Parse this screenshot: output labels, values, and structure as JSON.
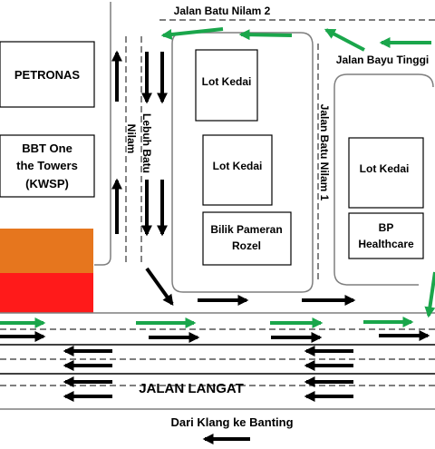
{
  "roads": {
    "top": "Jalan Batu Nilam 2",
    "right_top": "Jalan Bayu Tinggi",
    "lebuh": [
      "Lebuh Batu",
      "Nilam"
    ],
    "vertical": "Jalan Batu Nilam 1",
    "main": "JALAN LANGAT",
    "direction": "Dari Klang ke Banting"
  },
  "buildings": {
    "petronas": "PETRONAS",
    "bbt": [
      "BBT One",
      "the Towers",
      "(KWSP)"
    ],
    "lot1": "Lot Kedai",
    "lot2": "Lot Kedai",
    "lot3": "Lot Kedai",
    "rozel": [
      "Bilik Pameran",
      "Rozel"
    ],
    "bp": [
      "BP",
      "Healthcare"
    ]
  },
  "colors": {
    "arrow_green": "#1aa64b",
    "arrow_black": "#000000",
    "block_orange": "#e6761e",
    "block_red": "#ff1a1a"
  },
  "icons": [
    "arrow-left-icon",
    "arrow-right-icon",
    "arrow-up-icon",
    "arrow-down-icon"
  ]
}
